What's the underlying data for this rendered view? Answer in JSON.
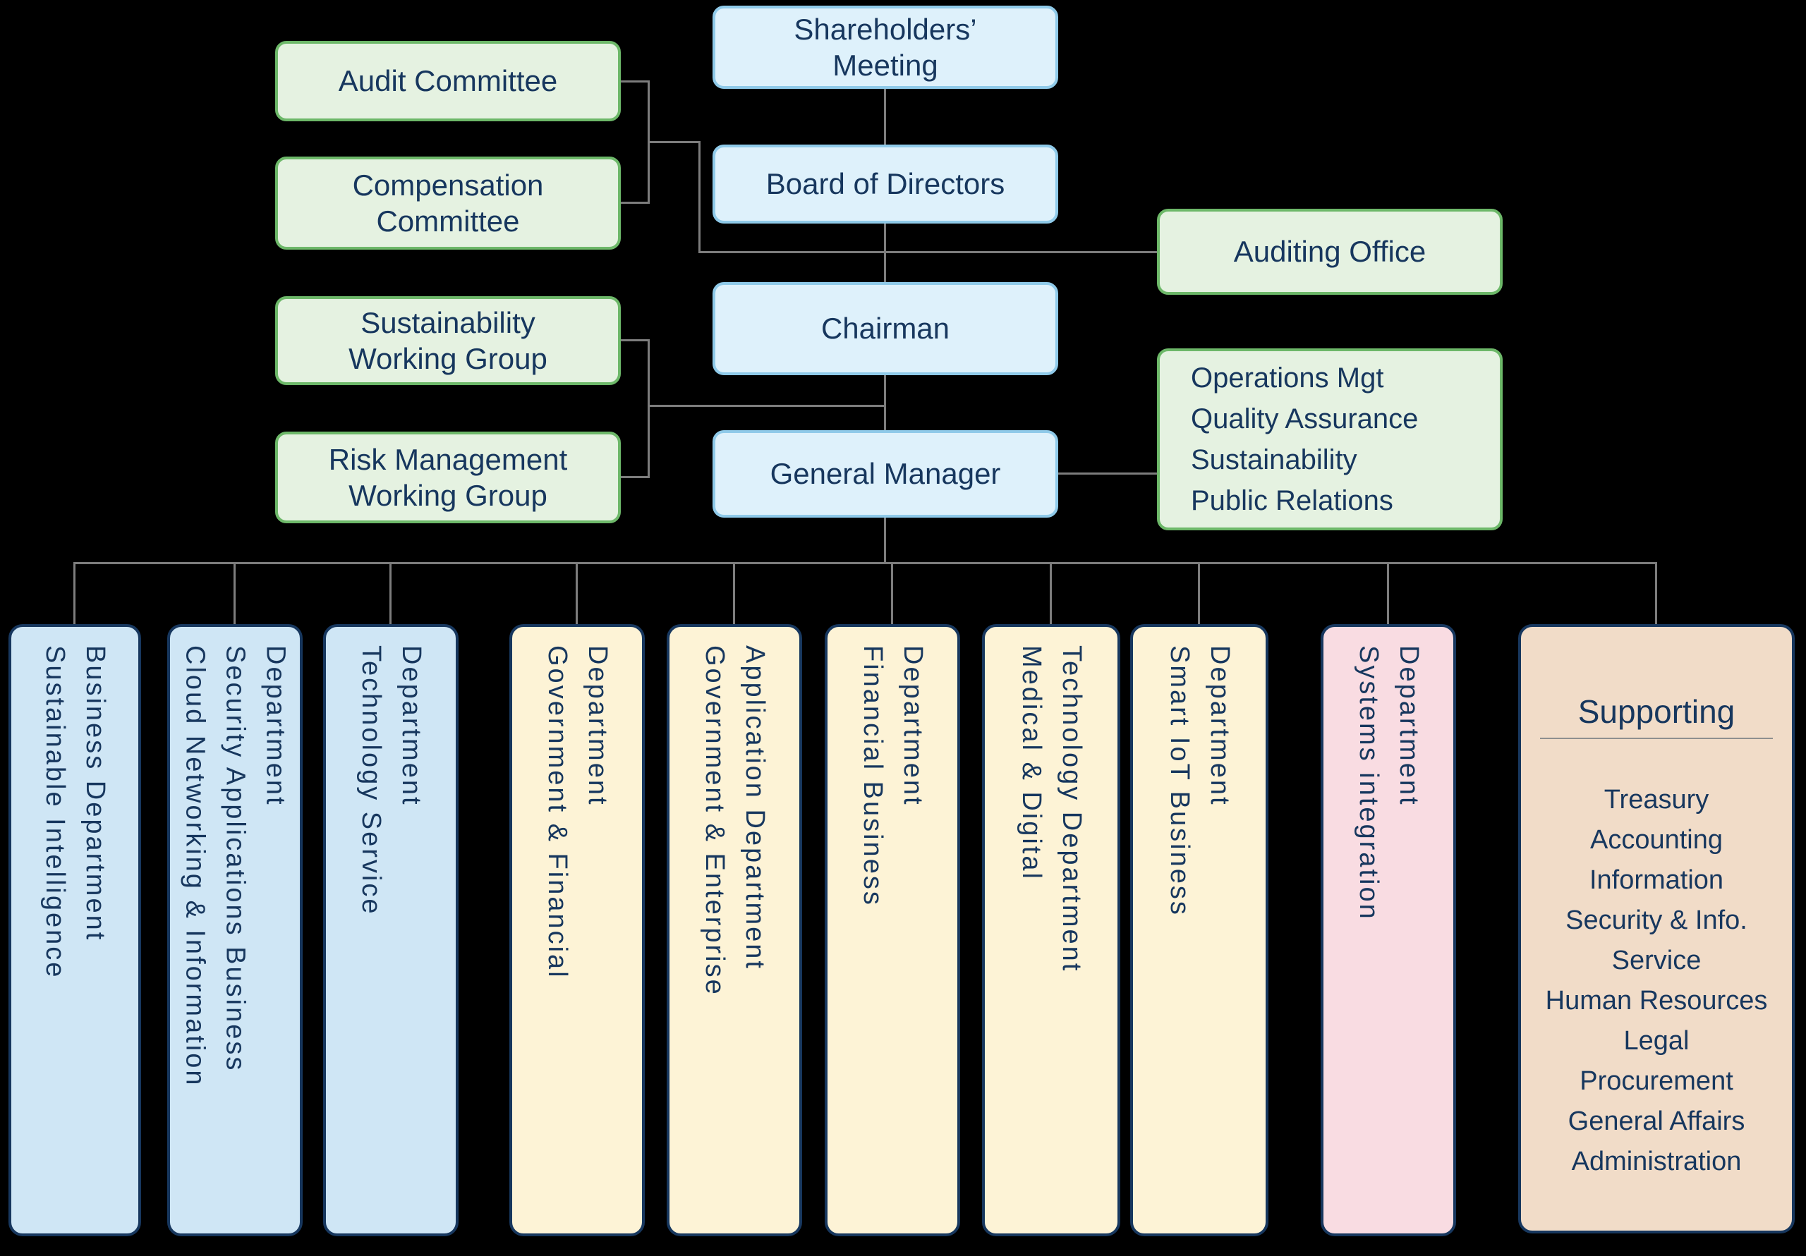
{
  "governance": {
    "shareholders_meeting": "Shareholders’\nMeeting",
    "board_of_directors": "Board of Directors",
    "chairman": "Chairman",
    "general_manager": "General Manager",
    "audit_committee": "Audit Committee",
    "compensation_committee": "Compensation\nCommittee",
    "sustainability_working_group": "Sustainability\nWorking Group",
    "risk_management_working_group": "Risk Management\nWorking Group",
    "auditing_office": "Auditing Office",
    "gm_staff_functions": [
      "Operations Mgt",
      "Quality Assurance",
      "Sustainability",
      "Public Relations"
    ]
  },
  "departments": [
    {
      "name": "Sustainable Intelligence Business Department",
      "theme": "blue",
      "lines": [
        "Sustainable Intelligence",
        "Business Department"
      ]
    },
    {
      "name": "Cloud Networking & Information Security Applications Business Department",
      "theme": "blue",
      "lines": [
        "Cloud Networking & Information",
        "Security Applications Business",
        "Department"
      ]
    },
    {
      "name": "Technology Service Department",
      "theme": "blue",
      "lines": [
        "Technology Service",
        "Department"
      ]
    },
    {
      "name": "Government & Financial Department",
      "theme": "yellow",
      "lines": [
        "Government & Financial",
        "Department"
      ]
    },
    {
      "name": "Government & Enterprise Application Department",
      "theme": "yellow",
      "lines": [
        "Government & Enterprise",
        "Application Department"
      ]
    },
    {
      "name": "Financial Business Department",
      "theme": "yellow",
      "lines": [
        "Financial Business",
        "Department"
      ]
    },
    {
      "name": "Medical & Digital Technology Department",
      "theme": "yellow",
      "lines": [
        "Medical & Digital",
        "Technology Department"
      ]
    },
    {
      "name": "Smart IoT Business Department",
      "theme": "yellow",
      "lines": [
        "Smart IoT Business",
        "Department"
      ]
    },
    {
      "name": "Systems integration Department",
      "theme": "pink",
      "lines": [
        "Systems integration",
        "Department"
      ]
    }
  ],
  "supporting": {
    "title": "Supporting",
    "items": [
      "Treasury",
      "Accounting",
      "Information\nSecurity & Info.\nService",
      "Human Resources",
      "Legal",
      "Procurement",
      "General Affairs",
      "Administration"
    ]
  },
  "colors": {
    "background": "#000000",
    "connector": "#7d7d7d",
    "text_navy": "#17375e",
    "governance_fill": "#def1fb",
    "committee_fill": "#e5f2e1",
    "business_blue_fill": "#cfe6f5",
    "business_yellow_fill": "#fdf3d6",
    "systems_pink_fill": "#f9dce2",
    "supporting_tan_fill": "#f1dcc8"
  }
}
